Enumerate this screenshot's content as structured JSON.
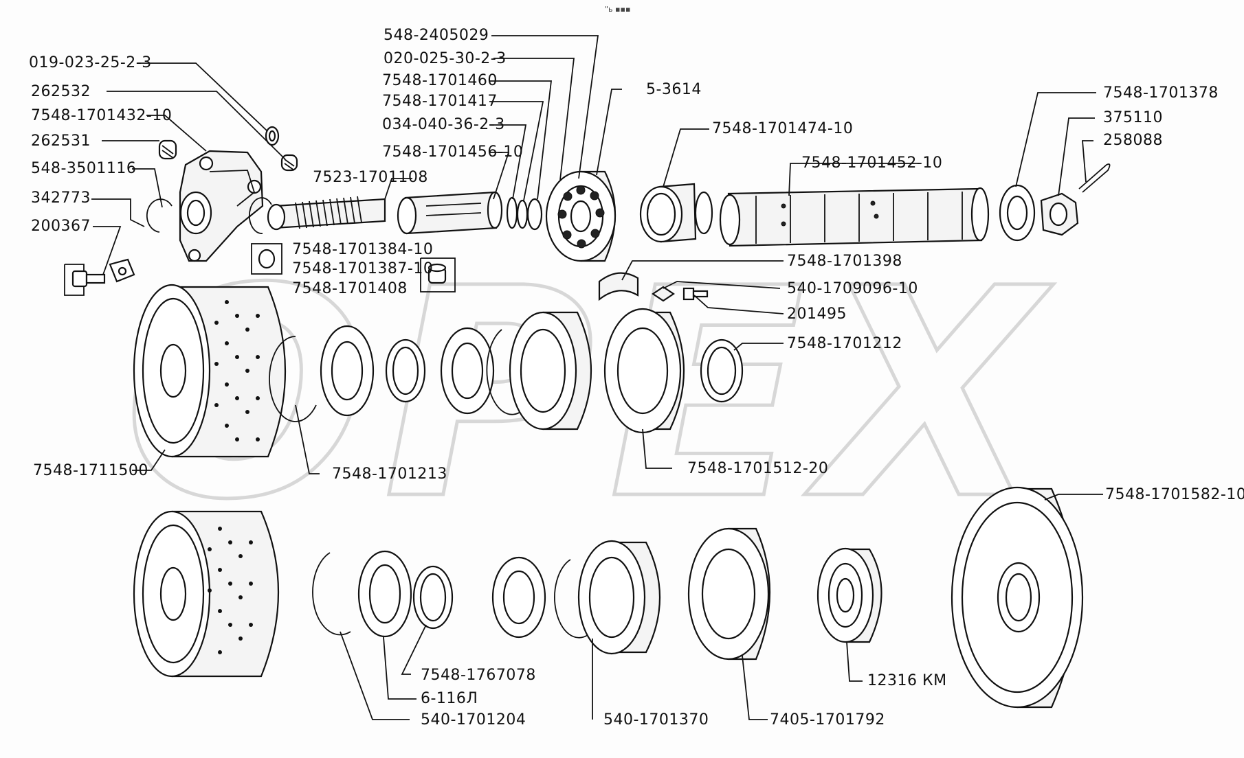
{
  "header": {
    "mark": "\"ь ▪▪▪"
  },
  "watermark": {
    "text": "OPEX"
  },
  "labels": {
    "l01": "548-2405029",
    "l02": "019-023-25-2-3",
    "l03": "020-025-30-2-3",
    "l04": "262532",
    "l05": "7548-1701460",
    "l06": "5-3614",
    "l07": "7548-1701378",
    "l08": "7548-1701432-10",
    "l09": "7548-1701417",
    "l10": "375110",
    "l11": "034-040-36-2-3",
    "l12": "7548-1701474-10",
    "l13": "262531",
    "l14": "258088",
    "l15": "7548-1701456-10",
    "l16": "548-3501116",
    "l17": "7548-1701452-10",
    "l18": "7523-1701108",
    "l19": "342773",
    "l20": "200367",
    "l21": "7548-1701384-10",
    "l22": "7548-1701398",
    "l23": "7548-1701387-10",
    "l24": "7548-1701408",
    "l25": "540-1709096-10",
    "l26": "201495",
    "l27": "7548-1701212",
    "l28": "7548-1711500",
    "l29": "7548-1701213",
    "l30": "7548-1701512-20",
    "l31": "7548-1701582-10",
    "l32": "7548-1767078",
    "l33": "12316 КМ",
    "l34": "6-116Л",
    "l35": "540-1701204",
    "l36": "540-1701370",
    "l37": "7405-1701792"
  },
  "colors": {
    "ink": "#111111",
    "paper": "#fdfdfd",
    "watermark": "#b9b9b9"
  }
}
